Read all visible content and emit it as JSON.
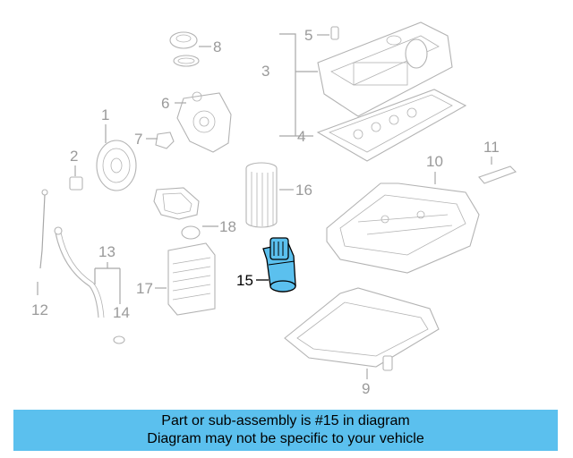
{
  "callouts": {
    "c1": "1",
    "c2": "2",
    "c3": "3",
    "c4": "4",
    "c5": "5",
    "c6": "6",
    "c7": "7",
    "c8": "8",
    "c9": "9",
    "c10": "10",
    "c11": "11",
    "c12": "12",
    "c13": "13",
    "c14": "14",
    "c15": "15",
    "c16": "16",
    "c17": "17",
    "c18": "18"
  },
  "highlight": {
    "color": "#5bc0ee",
    "part": "15"
  },
  "banner": {
    "line1": "Part or sub-assembly is #15 in diagram",
    "line2": "Diagram may not be specific to your vehicle"
  }
}
